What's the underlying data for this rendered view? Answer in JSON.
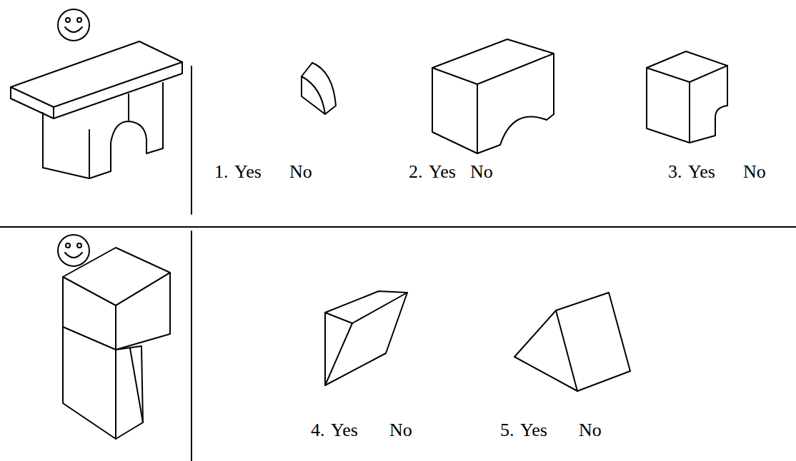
{
  "diagram": {
    "labels": [
      "1.",
      "Yes",
      "No",
      "2.",
      "Yes",
      "No",
      "3.",
      "Yes",
      "No",
      "4.",
      "Yes",
      "No",
      "5.",
      "Yes",
      "No"
    ]
  }
}
